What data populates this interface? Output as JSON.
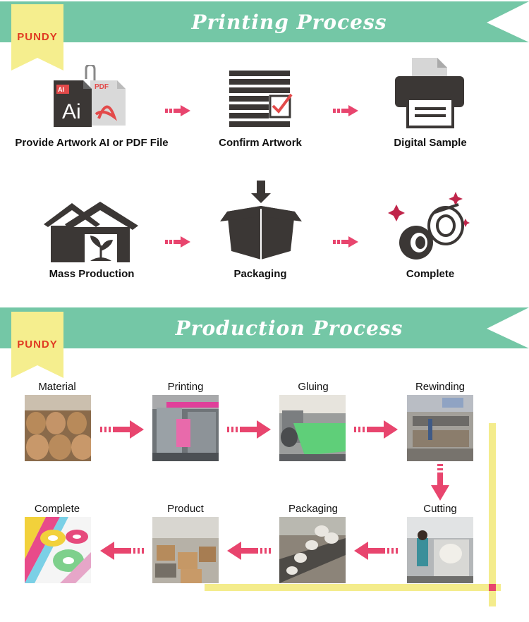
{
  "colors": {
    "banner": "#74c7a6",
    "tag": "#f5ee8e",
    "logo": "#e03a22",
    "arrow": "#e8456e",
    "icon": "#3b3735",
    "track": "#f4ec8c"
  },
  "printing_process": {
    "title": "Printing Process",
    "logo": "PUNDY",
    "steps": [
      {
        "label": "Provide Artwork AI or PDF File",
        "icon": "ai-pdf-files-icon",
        "badges": [
          "AI",
          "Ai",
          "PDF"
        ]
      },
      {
        "label": "Confirm Artwork",
        "icon": "checklist-icon"
      },
      {
        "label": "Digital Sample",
        "icon": "printer-icon"
      },
      {
        "label": "Mass Production",
        "icon": "factory-house-icon"
      },
      {
        "label": "Packaging",
        "icon": "box-icon"
      },
      {
        "label": "Complete",
        "icon": "tape-rolls-icon"
      }
    ]
  },
  "production_process": {
    "title": "Production Process",
    "logo": "PUNDY",
    "steps": [
      {
        "label": "Material",
        "photo": "paper-rolls-photo"
      },
      {
        "label": "Printing",
        "photo": "printing-machine-photo"
      },
      {
        "label": "Gluing",
        "photo": "gluing-machine-photo"
      },
      {
        "label": "Rewinding",
        "photo": "rewinding-machine-photo"
      },
      {
        "label": "Cutting",
        "photo": "cutting-machine-photo"
      },
      {
        "label": "Packaging",
        "photo": "packaging-line-photo"
      },
      {
        "label": "Product",
        "photo": "product-boxes-photo"
      },
      {
        "label": "Complete",
        "photo": "washi-tapes-photo"
      }
    ]
  }
}
